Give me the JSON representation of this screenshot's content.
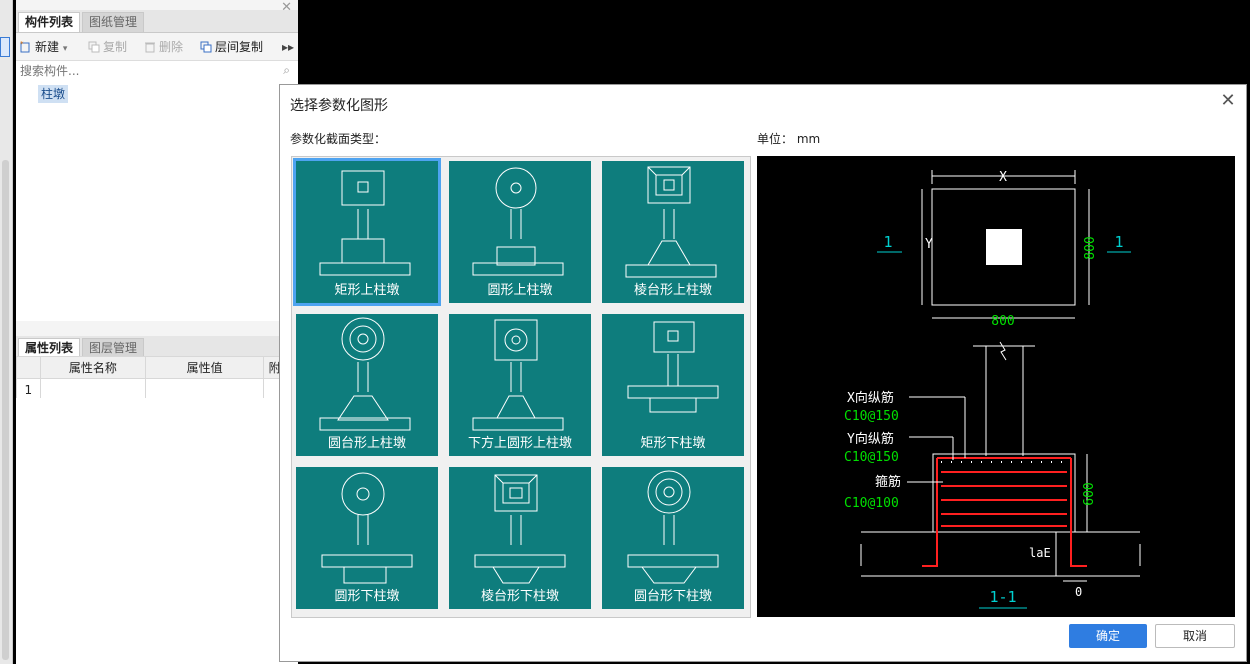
{
  "left_panel": {
    "top_tabs": [
      "构件列表",
      "图纸管理"
    ],
    "toolbar": {
      "new": "新建",
      "copy": "复制",
      "delete": "删除",
      "floor_copy": "层间复制"
    },
    "search_placeholder": "搜索构件...",
    "tree_item": "柱墩",
    "prop_tabs": [
      "属性列表",
      "图层管理"
    ],
    "prop_headers": [
      "属性名称",
      "属性值",
      "附加"
    ],
    "row_number": "1"
  },
  "dialog": {
    "title": "选择参数化图形",
    "section_label": "参数化截面类型：",
    "unit_label": "单位：  mm",
    "shapes": [
      "矩形上柱墩",
      "圆形上柱墩",
      "棱台形上柱墩",
      "圆台形上柱墩",
      "下方上圆形上柱墩",
      "矩形下柱墩",
      "圆形下柱墩",
      "棱台形下柱墩",
      "圆台形下柱墩"
    ],
    "selected_index": 0,
    "ok_label": "确定",
    "cancel_label": "取消",
    "preview": {
      "dim_x": "X",
      "dim_y": "Y",
      "dim_800_h": "800",
      "dim_800_v": "800",
      "section_mark": "1",
      "x_bar": "X向纵筋",
      "x_bar_spec": "C10@150",
      "y_bar": "Y向纵筋",
      "y_bar_spec": "C10@150",
      "stirrup": "箍筋",
      "stirrup_spec": "C10@100",
      "dim_600": "600",
      "lae": "laE",
      "zero": "0",
      "section_title": "1-1"
    }
  },
  "colors": {
    "teal": "#0e7d7d",
    "accent": "#2f7de1",
    "cad_green": "#00e000",
    "cad_cyan": "#00d0d0",
    "cad_red": "#ff2020"
  }
}
